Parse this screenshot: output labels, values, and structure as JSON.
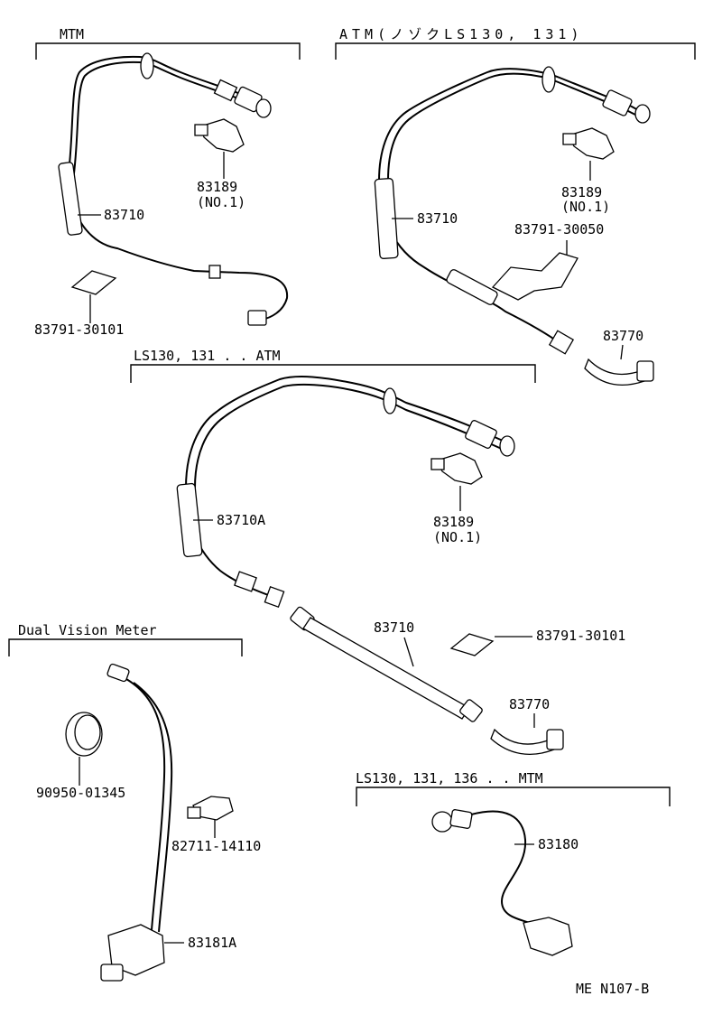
{
  "sections": {
    "mtm": "MTM",
    "atm": "ATM(ノゾクLS130, 131)",
    "ls130_atm": "LS130, 131 . . ATM",
    "dual": "Dual Vision Meter",
    "ls136_mtm": "LS130, 131, 136 . . MTM"
  },
  "parts": {
    "p1_83189": "83189",
    "p1_no1": "(NO.1)",
    "p1_83710": "83710",
    "p1_clip": "83791-30101",
    "p2_83189": "83189",
    "p2_no1": "(NO.1)",
    "p2_83710": "83710",
    "p2_bracket": "83791-30050",
    "p2_83770": "83770",
    "p3_83710A": "83710A",
    "p3_83189": "83189",
    "p3_no1": "(NO.1)",
    "p3_83710": "83710",
    "p3_clip": "83791-30101",
    "p3_83770": "83770",
    "p4_plug": "90950-01345",
    "p4_clip": "82711-14110",
    "p4_83181A": "83181A",
    "p5_83180": "83180"
  },
  "footer": {
    "code": "ME  N107-B"
  }
}
